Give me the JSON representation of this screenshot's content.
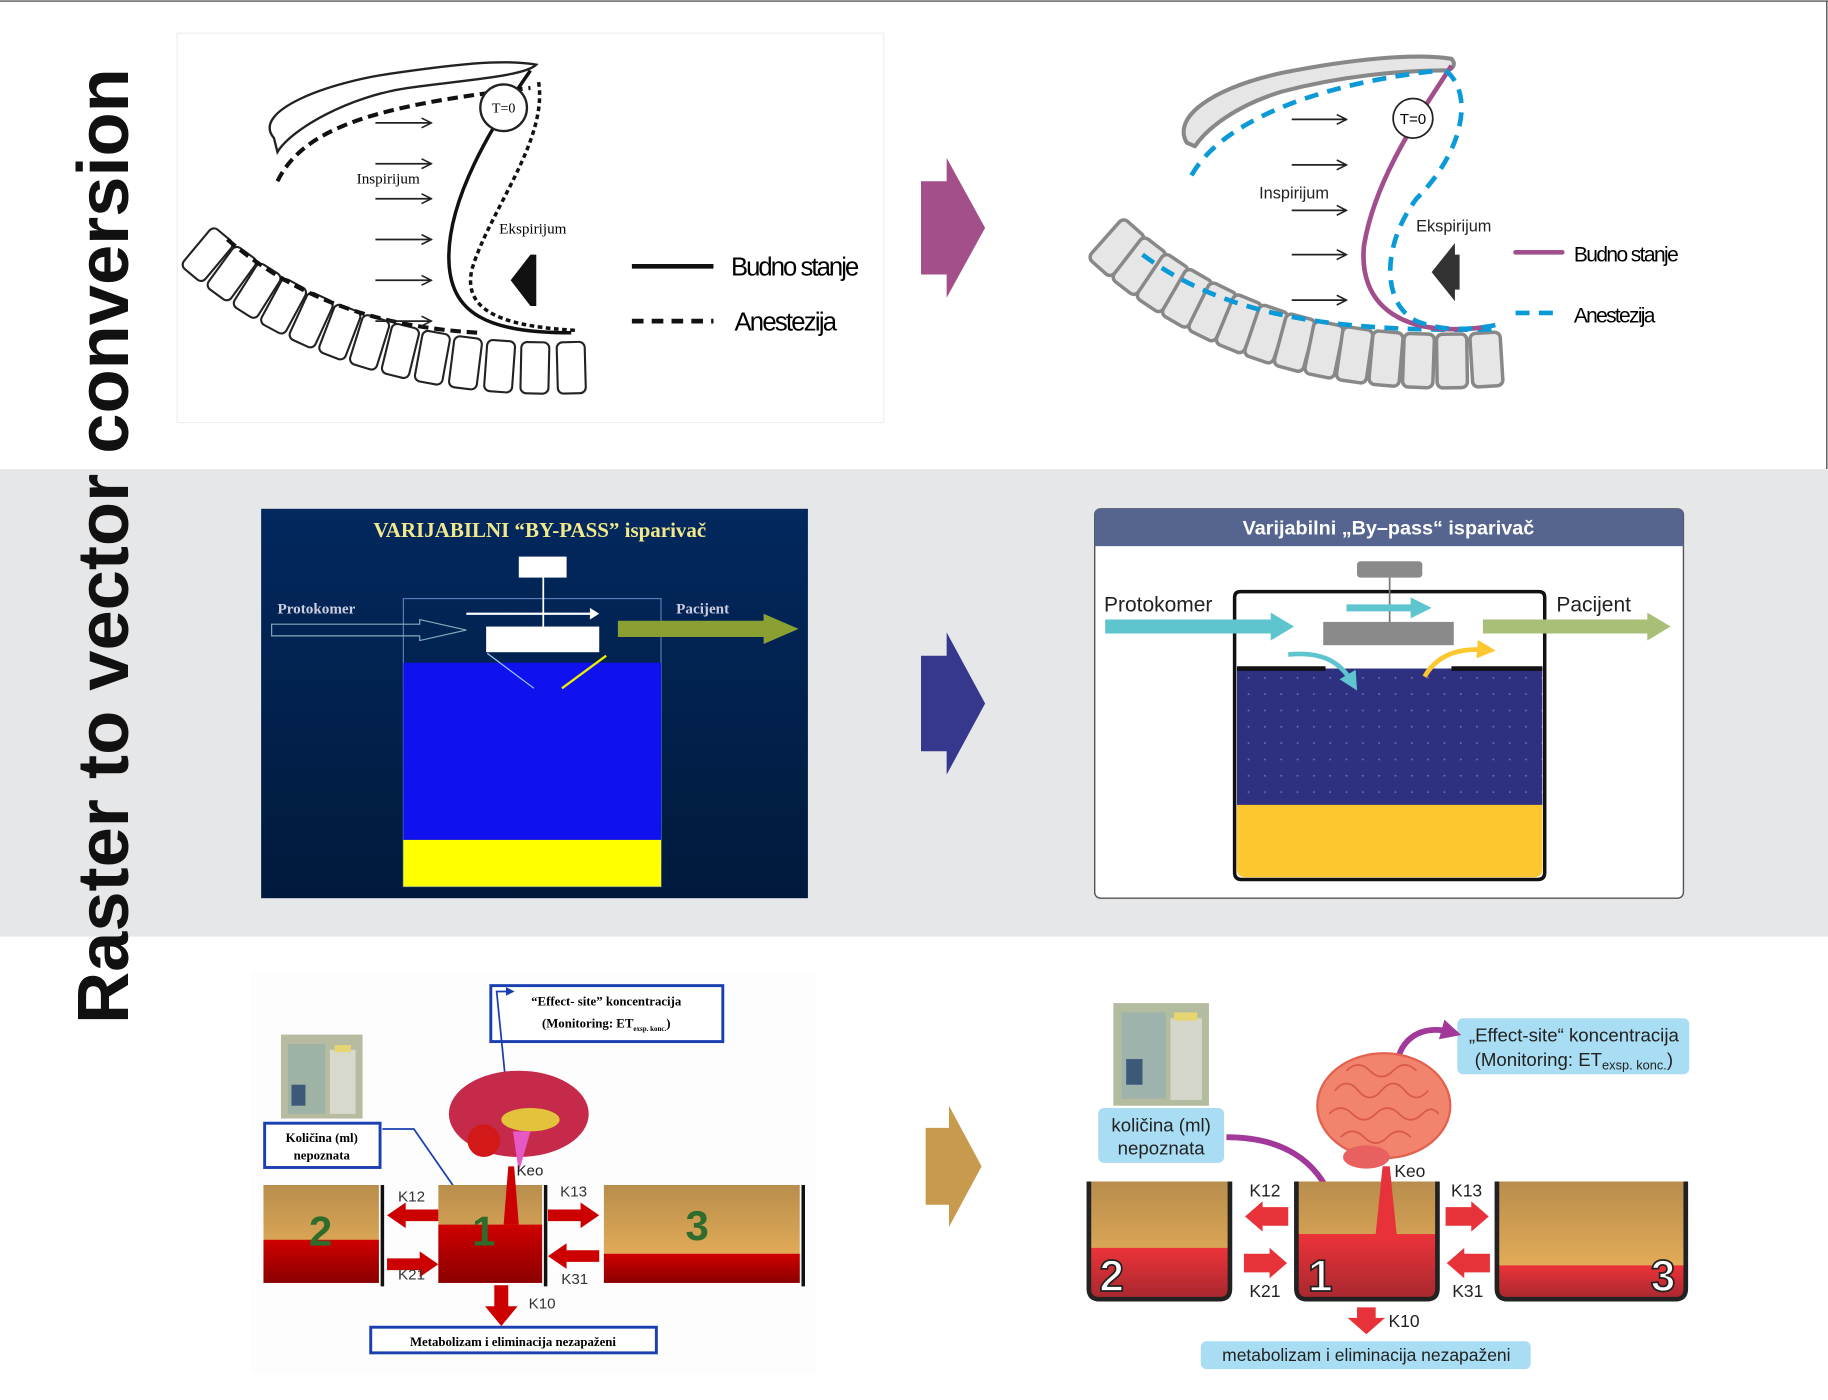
{
  "title": "Raster to vector conversion",
  "colors": {
    "band_gray": "#e6e7e9",
    "arrow_row1": "#a3508a",
    "arrow_row2": "#36388e",
    "arrow_row3": "#c89a4e",
    "magenta": "#a14f8c",
    "cyan_dash": "#0b9ad8",
    "header_blue": "#55658f",
    "liquid_blue": "#2e3180",
    "liquid_yellow": "#fdc82f",
    "label_bg": "#a9ddf3",
    "red": "#e8323a"
  },
  "row1": {
    "raster": {
      "t0": "T=0",
      "inspirium": "Inspirijum",
      "expirium": "Ekspirijum",
      "legend_solid": "Budno stanje",
      "legend_dashed": "Anestezija"
    },
    "vector": {
      "t0": "T=0",
      "inspirium": "Inspirijum",
      "expirium": "Ekspirijum",
      "legend_solid": "Budno stanje",
      "legend_dashed": "Anestezija"
    }
  },
  "row2": {
    "raster": {
      "title": "VARIJABILNI  “BY-PASS” isparivač",
      "inlet": "Protokomer",
      "outlet": "Pacijent"
    },
    "vector": {
      "title": "Varijabilni „By–pass“ isparivač",
      "inlet": "Protokomer",
      "outlet": "Pacijent"
    }
  },
  "row3": {
    "raster": {
      "effect_line1": "“Effect- site” koncentracija",
      "effect_line2": "(Monitoring: ET",
      "effect_sub": "exsp. konc.",
      "effect_close": ")",
      "amount_line1": "Količina (ml)",
      "amount_line2": "nepoznata",
      "keo": "Keo",
      "k12": "K12",
      "k21": "K21",
      "k13": "K13",
      "k31": "K31",
      "k10": "K10",
      "c1": "1",
      "c2": "2",
      "c3": "3",
      "metabolism": "Metabolizam i eliminacija nezapaženi"
    },
    "vector": {
      "effect_line1": "„Effect-site“ koncentracija",
      "effect_line2": "(Monitoring: ET",
      "effect_sub": "exsp. konc.",
      "effect_close": ")",
      "amount_line1": "količina (ml)",
      "amount_line2": "nepoznata",
      "keo": "Keo",
      "k12": "K12",
      "k21": "K21",
      "k13": "K13",
      "k31": "K31",
      "k10": "K10",
      "c1": "1",
      "c2": "2",
      "c3": "3",
      "metabolism": "metabolizam i eliminacija nezapaženi"
    }
  }
}
